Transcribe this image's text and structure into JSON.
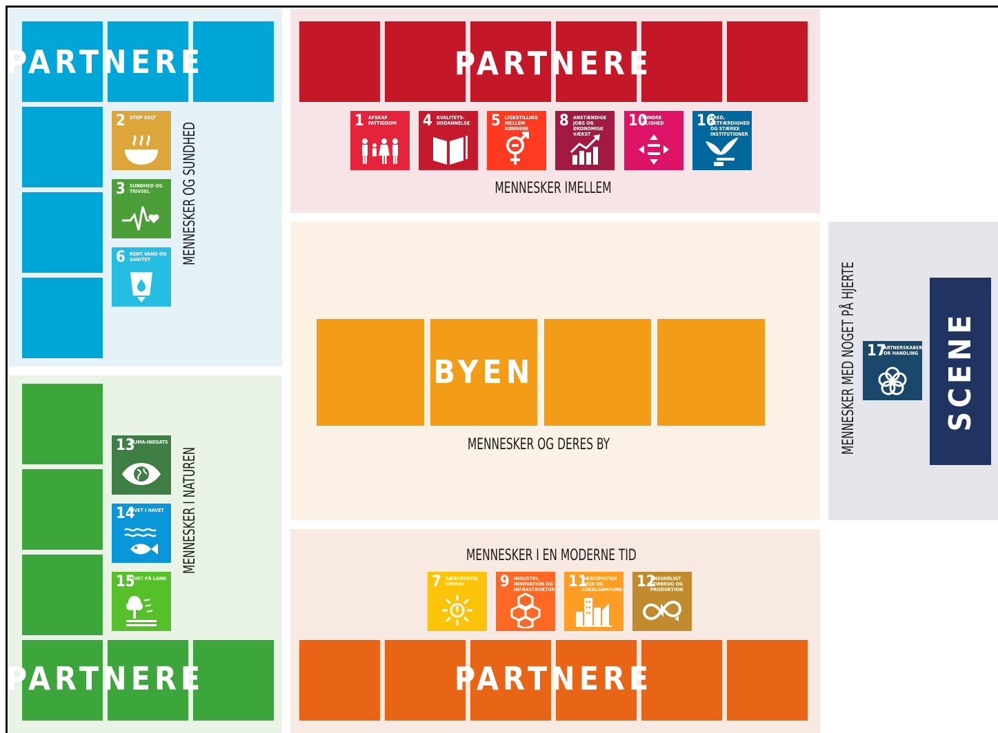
{
  "partners_label": "PARTNERE",
  "city_label": "BYEN",
  "stage_label": "SCENE",
  "zones": {
    "health": "MENNESKER OG SUNDHED",
    "nature": "MENNESKER I NATUREN",
    "between": "MENNESKER IMELLEM",
    "city": "MENNESKER OG DERES BY",
    "modern": "MENNESKER I EN MODERNE TID",
    "heart": "MENNESKER MED NOGET PÅ HJERTE"
  },
  "colors": {
    "blue": "#00A6D8",
    "green": "#3CA63D",
    "red": "#C41727",
    "orange": "#E86417",
    "amber": "#F39C17",
    "navy": "#203361"
  },
  "sdg": {
    "g1": {
      "num": "1",
      "title": "AFSKAF FATTIGDOM",
      "color": "#E5243B",
      "icon": "people-icon"
    },
    "g2": {
      "num": "2",
      "title": "STOP SULT",
      "color": "#DDA63A",
      "icon": "bowl-icon"
    },
    "g3": {
      "num": "3",
      "title": "SUNDHED OG TRIVSEL",
      "color": "#4C9F38",
      "icon": "heartbeat-icon"
    },
    "g4": {
      "num": "4",
      "title": "KVALITETS-UDDANNELSE",
      "color": "#C5192D",
      "icon": "book-icon"
    },
    "g5": {
      "num": "5",
      "title": "LIGESTILLING MELLEM KØNNENE",
      "color": "#FF3A21",
      "icon": "gender-icon"
    },
    "g6": {
      "num": "6",
      "title": "RENT VAND OG SANITET",
      "color": "#26BDE2",
      "icon": "water-glass-icon"
    },
    "g7": {
      "num": "7",
      "title": "BÆREDYGTIG ENERGI",
      "color": "#FCC30B",
      "icon": "sun-icon"
    },
    "g8": {
      "num": "8",
      "title": "ANSTÆNDIGE JOBS OG ØKONOMISK VÆKST",
      "color": "#A21942",
      "icon": "growth-chart-icon"
    },
    "g9": {
      "num": "9",
      "title": "INDUSTRI, INNOVATION OG INFRASTRUKTUR",
      "color": "#FD6925",
      "icon": "cubes-icon"
    },
    "g10": {
      "num": "10",
      "title": "MINDRE ULIGHED",
      "color": "#DD1367",
      "icon": "equality-icon"
    },
    "g11": {
      "num": "11",
      "title": "BÆREDYGTIGE BYER OG LOKALSAMFUND",
      "color": "#FD9D24",
      "icon": "city-icon"
    },
    "g12": {
      "num": "12",
      "title": "ANSVARLIGT FORBRUG OG PRODUKTION",
      "color": "#BF8B2E",
      "icon": "infinity-icon"
    },
    "g13": {
      "num": "13",
      "title": "KLIMA-INDSATS",
      "color": "#3F7E44",
      "icon": "eye-globe-icon"
    },
    "g14": {
      "num": "14",
      "title": "LIVET I HAVET",
      "color": "#0A97D9",
      "icon": "fish-icon"
    },
    "g15": {
      "num": "15",
      "title": "LIVET PÅ LAND",
      "color": "#56C02B",
      "icon": "tree-icon"
    },
    "g16": {
      "num": "16",
      "title": "FRED, RETFÆRDIGHED OG STÆRKE INSTITUTIONER",
      "color": "#00689D",
      "icon": "dove-icon"
    },
    "g17": {
      "num": "17",
      "title": "PARTNERSKABER FOR HANDLING",
      "color": "#19486A",
      "icon": "flower-icon"
    }
  }
}
